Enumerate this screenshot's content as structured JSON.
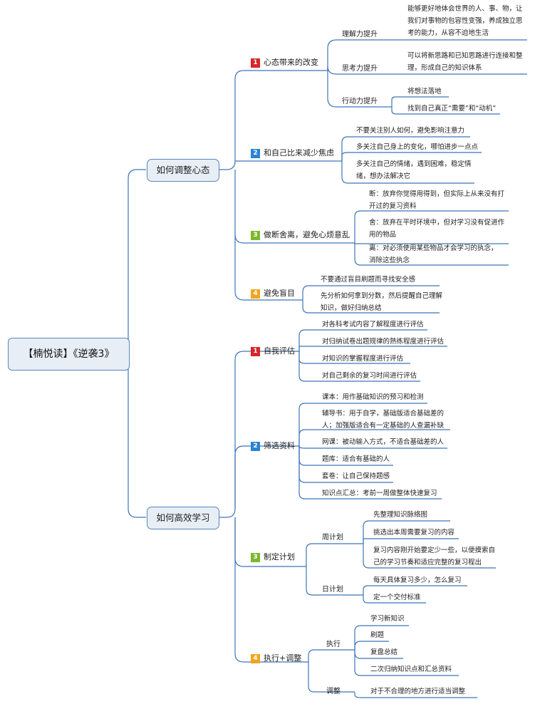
{
  "root": "【楠悦读】《逆袭3》",
  "mains": [
    "如何调整心态",
    "如何高效学习"
  ],
  "badges": [
    "1",
    "2",
    "3",
    "4"
  ],
  "m1": {
    "s1": {
      "label": "心态带来的改变",
      "t1": {
        "label": "理解力提升",
        "leaf": "能够更好地体会世界的人、事、物，让我们对事物的包容性变强，养成独立思考的能力，从容不迫地生活"
      },
      "t2": {
        "label": "思考力提升",
        "leaf": "可以将新思路和已知思路进行连接和整理，形成自己的知识体系"
      },
      "t3": {
        "label": "行动力提升",
        "leaves": [
          "将想法落地",
          "找到自己真正“需要”和“动机”"
        ]
      }
    },
    "s2": {
      "label": "和自己比来减少焦虑",
      "leaves": [
        "不要关注别人如何，避免影响注意力",
        "多关注自己身上的变化，哪怕进步一点点",
        "多关注自己的情绪，遇到困难，稳定情绪，想办法解决它"
      ]
    },
    "s3": {
      "label": "做断舍离，避免心烦意乱",
      "leaves": [
        "断：放弃你觉得用得到，但实际上从来没有打开过的复习资料",
        "舍：放弃在平时环境中，但对学习没有促进作用的物品",
        "离：对必须使用某些物品才会学习的执念，消除这些执念"
      ]
    },
    "s4": {
      "label": "避免盲目",
      "leaves": [
        "不要通过盲目刷题而寻找安全感",
        "先分析如何拿到分数，然后提醒自己理解知识，做好归纳总结"
      ]
    }
  },
  "m2": {
    "s1": {
      "label": "自我评估",
      "leaves": [
        "对各科考试内容了解程度进行评估",
        "对归纳试卷出题规律的熟练程度进行评估",
        "对知识的掌握程度进行评估",
        "对自己剩余的复习时间进行评估"
      ]
    },
    "s2": {
      "label": "筛选资料",
      "leaves": [
        "课本：用作基础知识的预习和检测",
        "辅导书：用于自学，基础版适合基础差的人；加强版适合有一定基础的人查漏补缺",
        "网课：被动输入方式，不适合基础差的人",
        "题库：适合有基础的人",
        "套卷：让自己保持题感",
        "知识点汇总：考前一周做整体快速复习"
      ]
    },
    "s3": {
      "label": "制定计划",
      "t1": {
        "label": "周计划",
        "leaves": [
          "先整理知识脉络图",
          "挑选出本周需要复习的内容",
          "复习内容刚开始要定少一些，以便摸索自己的学习节奏和适应完整的复习程出"
        ]
      },
      "t2": {
        "label": "日计划",
        "leaves": [
          "每天具体复习多少，怎么复习",
          "定一个交付标准"
        ]
      }
    },
    "s4": {
      "label": "执行+调整",
      "t1": {
        "label": "执行",
        "leaves": [
          "学习新知识",
          "刷题",
          "复盘总结",
          "二次归纳知识点和汇总资料"
        ]
      },
      "t2": {
        "label": "调整",
        "leaf": "对于不合理的地方进行适当调整"
      }
    }
  },
  "colors": {
    "line": "#3f74b6",
    "badge1": "#d9242a",
    "badge2": "#2a84d2",
    "badge3": "#7cb82f",
    "badge4": "#f3a51e"
  }
}
